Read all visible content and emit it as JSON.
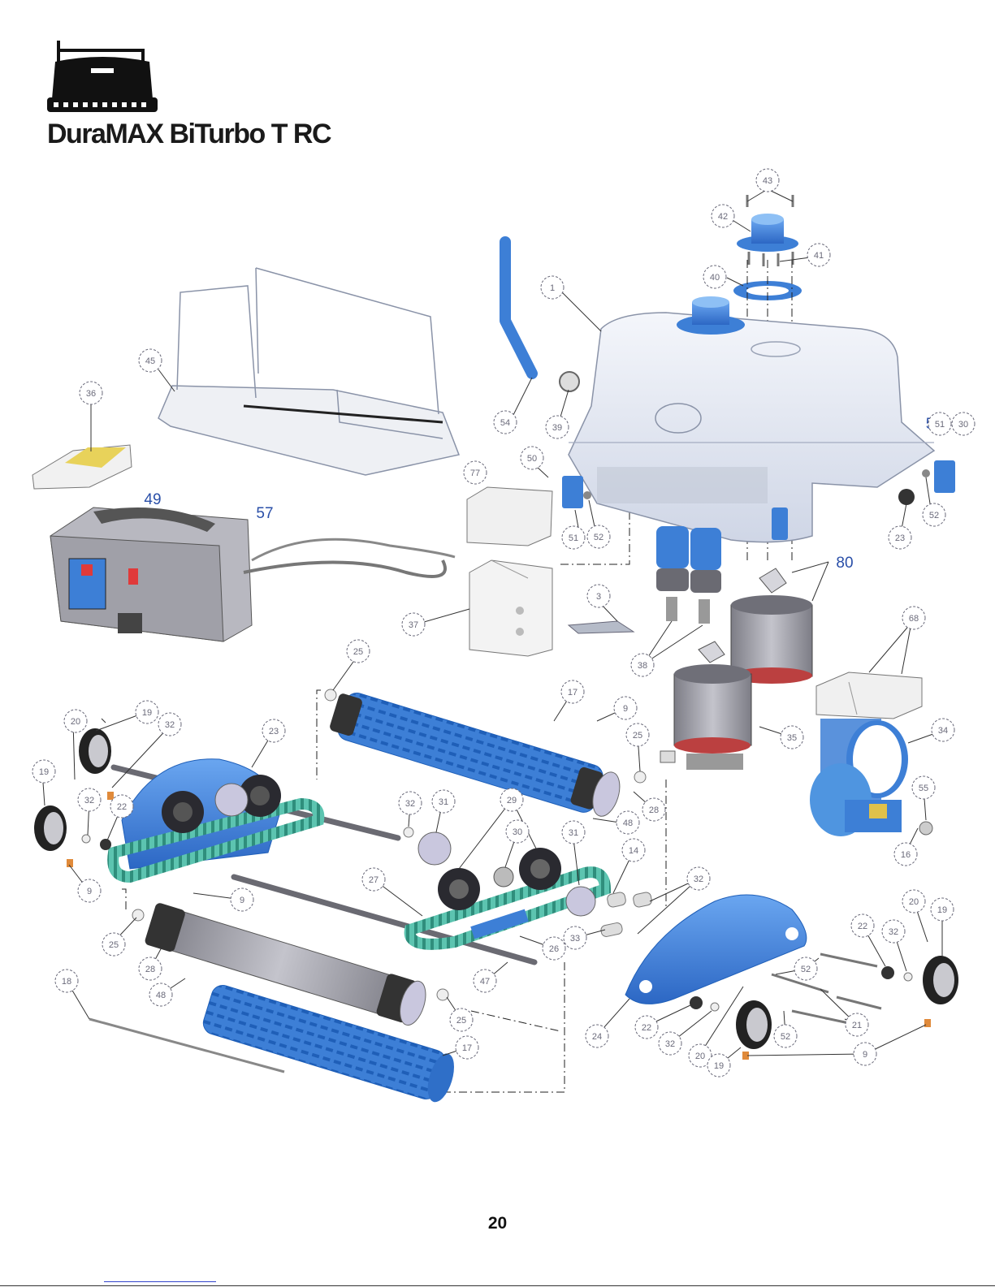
{
  "document": {
    "title": "DuraMAX BiTurbo T RC",
    "page_number": "20"
  },
  "colors": {
    "part_blue": "#3d7fd6",
    "part_blue_dark": "#1f5fb8",
    "track_teal": "#5cc4b0",
    "housing_white": "#e9eef8",
    "motor_gray": "#9c9ca4",
    "callout_ink": "#6a6a7a",
    "callout_blue": "#2a4fa8"
  },
  "logo": {
    "icon": "robot-cleaner-silhouette-icon"
  },
  "callouts": [
    {
      "id": "c-43",
      "label": "43"
    },
    {
      "id": "c-42",
      "label": "42"
    },
    {
      "id": "c-41",
      "label": "41"
    },
    {
      "id": "c-40",
      "label": "40"
    },
    {
      "id": "c-1",
      "label": "1"
    },
    {
      "id": "c-45",
      "label": "45"
    },
    {
      "id": "c-36",
      "label": "36"
    },
    {
      "id": "c-54",
      "label": "54"
    },
    {
      "id": "c-39",
      "label": "39"
    },
    {
      "id": "c-5",
      "label": "5"
    },
    {
      "id": "c-51r",
      "label": "51"
    },
    {
      "id": "c-30r",
      "label": "30"
    },
    {
      "id": "c-50",
      "label": "50"
    },
    {
      "id": "c-77",
      "label": "77"
    },
    {
      "id": "c-51l",
      "label": "51"
    },
    {
      "id": "c-52l",
      "label": "52"
    },
    {
      "id": "c-52r",
      "label": "52"
    },
    {
      "id": "c-23r",
      "label": "23"
    },
    {
      "id": "c-49",
      "label": "49"
    },
    {
      "id": "c-57",
      "label": "57"
    },
    {
      "id": "c-80",
      "label": "80"
    },
    {
      "id": "c-3",
      "label": "3"
    },
    {
      "id": "c-37",
      "label": "37"
    },
    {
      "id": "c-68",
      "label": "68"
    },
    {
      "id": "c-38",
      "label": "38"
    },
    {
      "id": "c-25a",
      "label": "25"
    },
    {
      "id": "c-17a",
      "label": "17"
    },
    {
      "id": "c-9a",
      "label": "9"
    },
    {
      "id": "c-35",
      "label": "35"
    },
    {
      "id": "c-25b",
      "label": "25"
    },
    {
      "id": "c-34",
      "label": "34"
    },
    {
      "id": "c-20a",
      "label": "20"
    },
    {
      "id": "c-19a",
      "label": "19"
    },
    {
      "id": "c-32a",
      "label": "32"
    },
    {
      "id": "c-23l",
      "label": "23"
    },
    {
      "id": "c-28a",
      "label": "28"
    },
    {
      "id": "c-55",
      "label": "55"
    },
    {
      "id": "c-19b",
      "label": "19"
    },
    {
      "id": "c-32b",
      "label": "32"
    },
    {
      "id": "c-22a",
      "label": "22"
    },
    {
      "id": "c-32c",
      "label": "32"
    },
    {
      "id": "c-31a",
      "label": "31"
    },
    {
      "id": "c-29",
      "label": "29"
    },
    {
      "id": "c-30",
      "label": "30"
    },
    {
      "id": "c-48a",
      "label": "48"
    },
    {
      "id": "c-31b",
      "label": "31"
    },
    {
      "id": "c-14",
      "label": "14"
    },
    {
      "id": "c-16",
      "label": "16"
    },
    {
      "id": "c-9b",
      "label": "9"
    },
    {
      "id": "c-27",
      "label": "27"
    },
    {
      "id": "c-32d",
      "label": "32"
    },
    {
      "id": "c-9c",
      "label": "9"
    },
    {
      "id": "c-20b",
      "label": "20"
    },
    {
      "id": "c-19c",
      "label": "19"
    },
    {
      "id": "c-25c",
      "label": "25"
    },
    {
      "id": "c-22b",
      "label": "22"
    },
    {
      "id": "c-32e",
      "label": "32"
    },
    {
      "id": "c-26",
      "label": "26"
    },
    {
      "id": "c-33",
      "label": "33"
    },
    {
      "id": "c-28b",
      "label": "28"
    },
    {
      "id": "c-52a",
      "label": "52"
    },
    {
      "id": "c-18",
      "label": "18"
    },
    {
      "id": "c-47",
      "label": "47"
    },
    {
      "id": "c-48b",
      "label": "48"
    },
    {
      "id": "c-25d",
      "label": "25"
    },
    {
      "id": "c-21",
      "label": "21"
    },
    {
      "id": "c-24",
      "label": "24"
    },
    {
      "id": "c-22c",
      "label": "22"
    },
    {
      "id": "c-32f",
      "label": "32"
    },
    {
      "id": "c-52b",
      "label": "52"
    },
    {
      "id": "c-17b",
      "label": "17"
    },
    {
      "id": "c-20c",
      "label": "20"
    },
    {
      "id": "c-19d",
      "label": "19"
    },
    {
      "id": "c-9d",
      "label": "9"
    }
  ]
}
